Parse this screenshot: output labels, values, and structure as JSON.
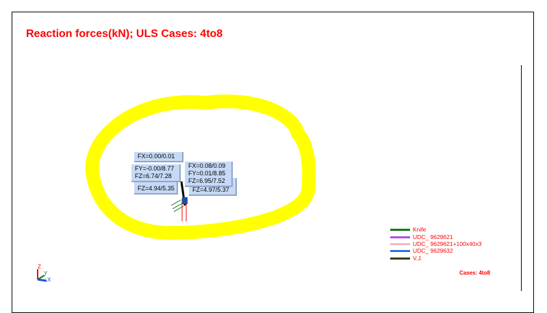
{
  "title": "Reaction forces(kN); ULS Cases: 4to8",
  "labels": [
    {
      "lines": [
        "FX=0.00/0.01"
      ]
    },
    {
      "lines": [
        "FY=-0.00/8.77",
        "FZ=6.74/7.28"
      ]
    },
    {
      "lines": [
        "FZ=4.94/5.35"
      ]
    },
    {
      "lines": [
        "FX=0.08/0.09",
        "FY=0.01/8.85",
        "FZ=6.95/7.52"
      ]
    },
    {
      "lines": [
        "FZ=4.97/5.37"
      ]
    }
  ],
  "legend": [
    {
      "label": "Knife",
      "color": "#0a7a0a"
    },
    {
      "label": "UDC_ 9629621",
      "color": "#b44cf0"
    },
    {
      "label": "UDC_ 9629621+100x40x3",
      "color": "#f5b8b8"
    },
    {
      "label": "UDC_ 9629632",
      "color": "#1f78e6"
    },
    {
      "label": "V.J.",
      "color": "#3a3a10"
    }
  ],
  "cases_label": "Cases: 4to8",
  "axes": {
    "z": "Z",
    "y": "Y",
    "x": "X"
  },
  "highlight_color": "#ffff00"
}
